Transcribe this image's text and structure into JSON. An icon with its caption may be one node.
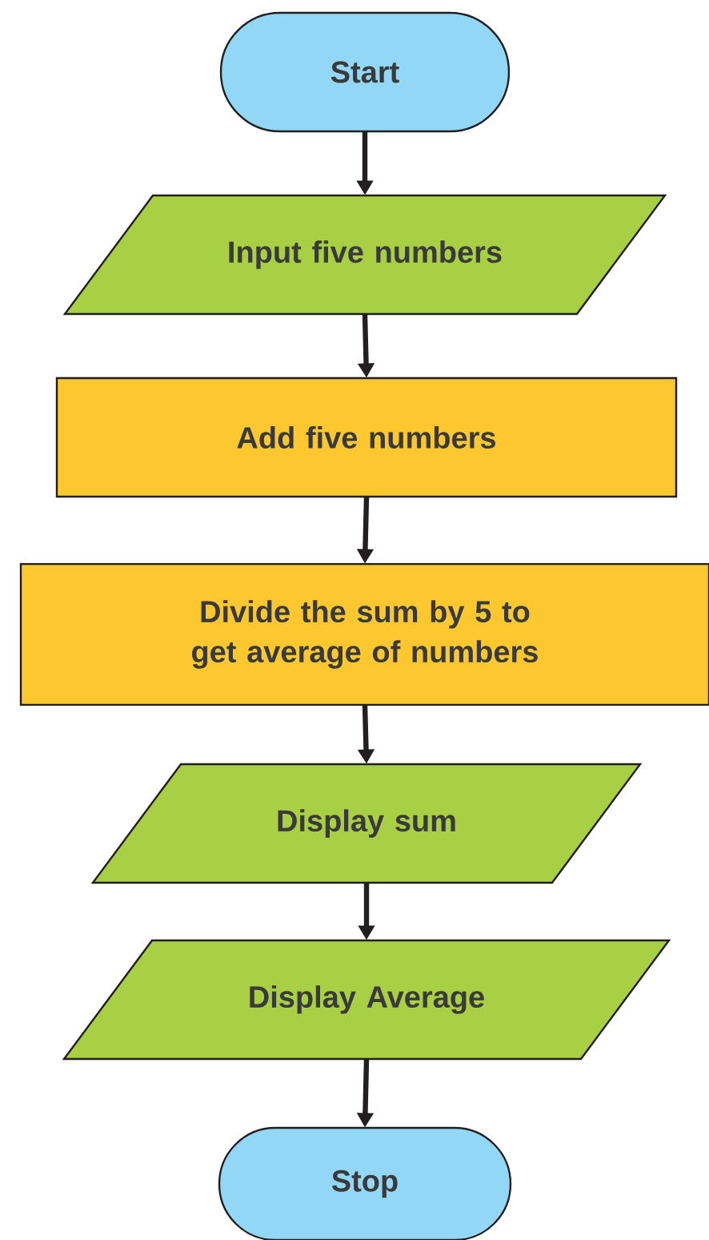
{
  "diagram": {
    "nodes": [
      {
        "text": [
          "Start"
        ]
      },
      {
        "text": [
          "Input five numbers"
        ]
      },
      {
        "text": [
          "Add five numbers"
        ]
      },
      {
        "text": [
          "Divide the sum by 5 to get average  of numbers"
        ]
      },
      {
        "text": [
          "Display sum"
        ]
      },
      {
        "text": [
          "Display Average"
        ]
      },
      {
        "text": [
          "Stop"
        ]
      }
    ],
    "edges": [
      {
        "from": 0,
        "to": 1,
        "arrow": "to"
      },
      {
        "from": 1,
        "to": 2,
        "arrow": "to"
      },
      {
        "from": 2,
        "to": 3,
        "arrow": "to"
      },
      {
        "from": 3,
        "to": 4,
        "arrow": "to"
      },
      {
        "from": 4,
        "to": 5,
        "arrow": "to"
      },
      {
        "from": 5,
        "to": 6,
        "arrow": "to"
      }
    ]
  }
}
